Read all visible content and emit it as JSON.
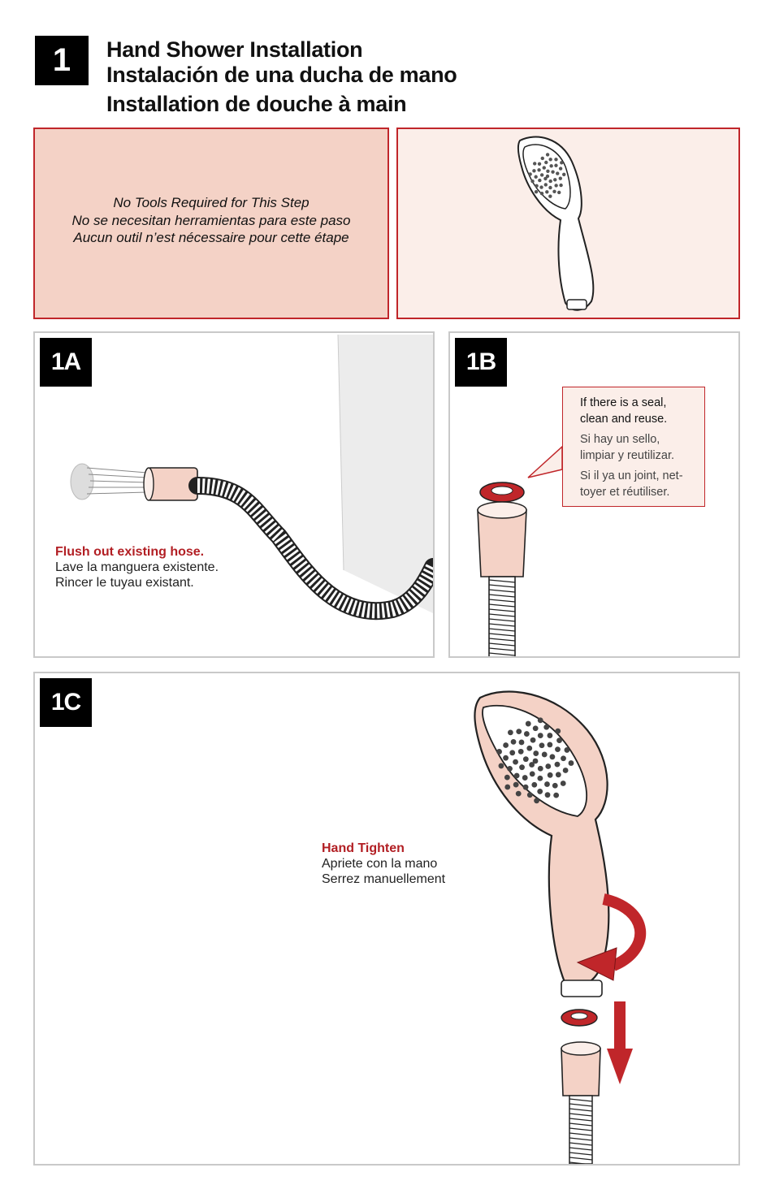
{
  "header": {
    "step_number": "1",
    "title_en": "Hand Shower Installation",
    "title_es": "Instalación de una ducha de mano",
    "title_fr": "Installation de douche à main"
  },
  "tools_notice": {
    "en": "No Tools Required for This Step",
    "es": "No se necesitan herramientas para este paso",
    "fr": "Aucun outil n’est nécessaire pour cette étape"
  },
  "steps": {
    "1a": {
      "label": "1A",
      "caption_en": "Flush out existing hose.",
      "caption_es": "Lave la manguera existente.",
      "caption_fr": "Rincer le tuyau existant."
    },
    "1b": {
      "label": "1B",
      "callout_en": "If there is a seal, clean and reuse.",
      "callout_es": "Si hay un sello, limpiar y reutilizar.",
      "callout_fr": "Si il ya un joint, net-toyer et réutiliser."
    },
    "1c": {
      "label": "1C",
      "caption_en": "Hand Tighten",
      "caption_es": "Apriete con la mano",
      "caption_fr": "Serrez manuellement"
    }
  },
  "colors": {
    "accent_red": "#c0262a",
    "highlight_fill": "#f4d2c6",
    "light_fill": "#fbeee9",
    "panel_border": "#c9c9c9"
  }
}
